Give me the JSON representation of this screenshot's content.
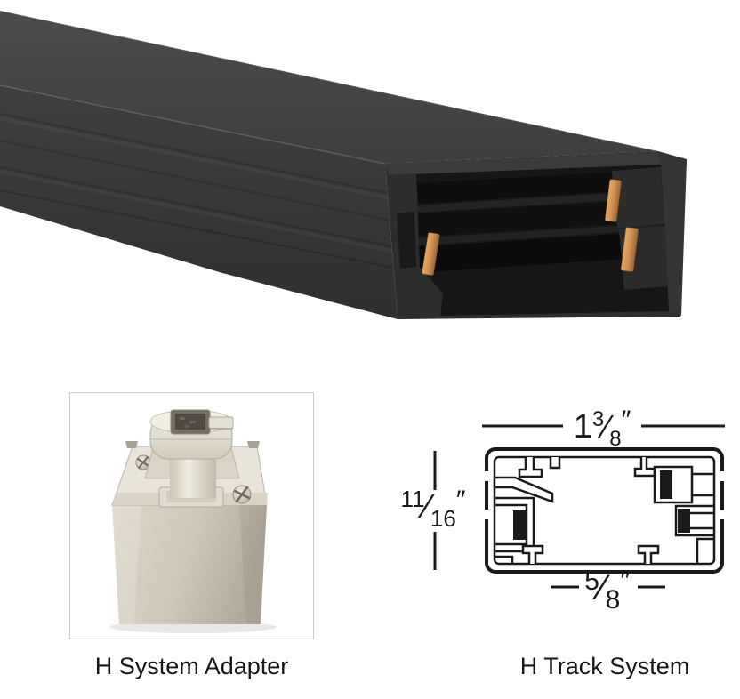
{
  "colors": {
    "page_bg": "#ffffff",
    "caption_text": "#161616",
    "diagram_line": "#1a1a1a",
    "photo_frame_border": "#cbcbcb",
    "track_top_face": "#464646",
    "track_front_face": "#383838",
    "track_end_face": "#2e2e2e",
    "track_cavity": "#161616",
    "copper_contact": "#cf8f52",
    "adapter_body": "#cfc8ba",
    "adapter_plate": "#e8e4d9",
    "adapter_connector": "#eceade"
  },
  "adapter": {
    "caption": "H System Adapter"
  },
  "diagram": {
    "caption": "H Track System",
    "dimensions": {
      "width": {
        "whole": "1",
        "numerator": "3",
        "denominator": "8",
        "unit": "″"
      },
      "height": {
        "whole": "",
        "numerator": "11",
        "denominator": "16",
        "unit": "″"
      },
      "slot": {
        "whole": "",
        "numerator": "5",
        "denominator": "8",
        "unit": "″"
      }
    }
  }
}
